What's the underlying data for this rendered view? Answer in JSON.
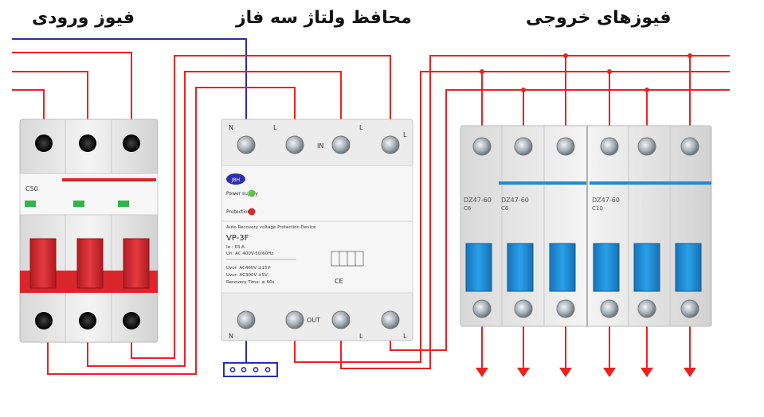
{
  "titles": {
    "input_fuse": "فیوز ورودی",
    "voltage_protector": "محافظ ولتاژ سه فاز",
    "output_fuses": "فیوزهای خروجی"
  },
  "input_breaker": {
    "rating": "C50"
  },
  "protector": {
    "logo": "JBH",
    "top_labels": [
      "N",
      "L",
      "IN",
      "L",
      "L"
    ],
    "bottom_labels": [
      "N",
      "OUT",
      "L",
      "L"
    ],
    "power_supply_label": "Power supply",
    "protection_label": "Protection",
    "description": "Auto Recovery voltage Protection Device",
    "model": "VP-3F",
    "current": "Ie : 63 A",
    "voltage_range": "Un: AC 400V-50/60Hz",
    "uvor": "Uvor: AC460V ±15V",
    "uvur": "Uvur: AC300V ±5V",
    "recovery": "Recovery Time: ≤ 60s",
    "ce": "CE"
  },
  "output_breakers": [
    {
      "model": "DZ47-60",
      "rating": "C6"
    },
    {
      "model": "DZ47-60",
      "rating": "C6"
    },
    {
      "model": "DZ47-60",
      "rating": "C10"
    }
  ],
  "colors": {
    "phase_wire": "#e8231f",
    "neutral_wire": "#2c2fa8",
    "breaker_red": "#d9262d",
    "breaker_blue": "#1e8bd6",
    "device_body": "#eeeeee"
  }
}
